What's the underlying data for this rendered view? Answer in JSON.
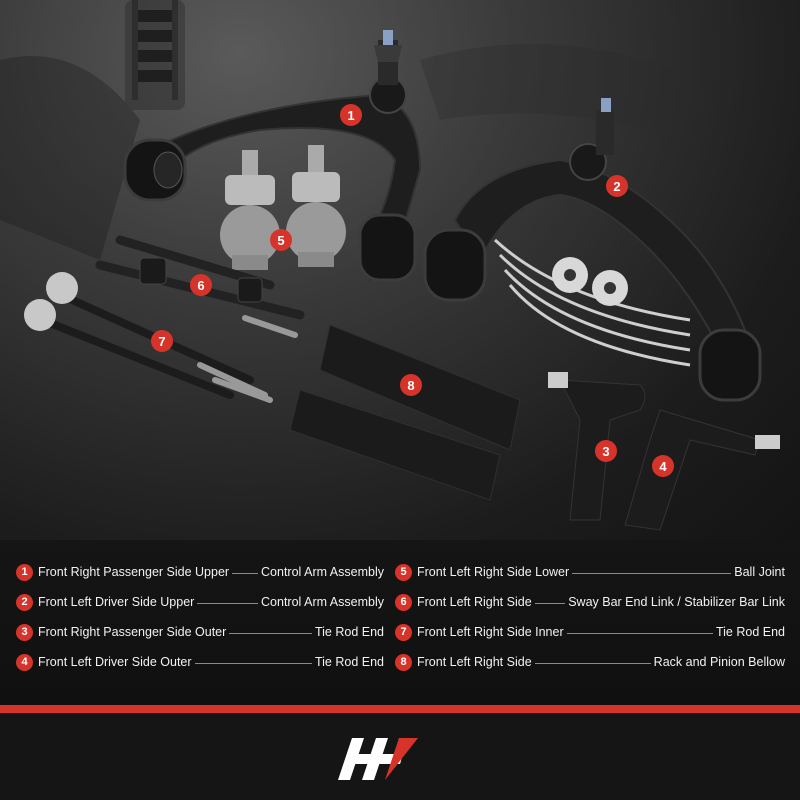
{
  "legend": [
    {
      "num": "1",
      "left": "Front Right Passenger Side Upper",
      "right": "Control Arm Assembly"
    },
    {
      "num": "2",
      "left": "Front Left Driver Side Upper",
      "right": "Control Arm Assembly"
    },
    {
      "num": "3",
      "left": "Front Right Passenger Side Outer",
      "right": "Tie Rod End"
    },
    {
      "num": "4",
      "left": "Front Left Driver Side Outer",
      "right": "Tie Rod End"
    },
    {
      "num": "5",
      "left": "Front Left Right Side Lower",
      "right": "Ball Joint"
    },
    {
      "num": "6",
      "left": "Front Left Right Side",
      "right": "Sway Bar End Link / Stabilizer Bar Link"
    },
    {
      "num": "7",
      "left": "Front Left Right Side Inner",
      "right": "Tie Rod End"
    },
    {
      "num": "8",
      "left": "Front Left Right Side",
      "right": "Rack and Pinion Bellow"
    }
  ],
  "callouts": [
    "1",
    "2",
    "3",
    "4",
    "5",
    "6",
    "7",
    "8"
  ],
  "colors": {
    "accent": "#d6342b",
    "background": "#111111",
    "text": "#f2f2f2"
  },
  "logo": {
    "icon": "a-premium-logo-icon"
  }
}
